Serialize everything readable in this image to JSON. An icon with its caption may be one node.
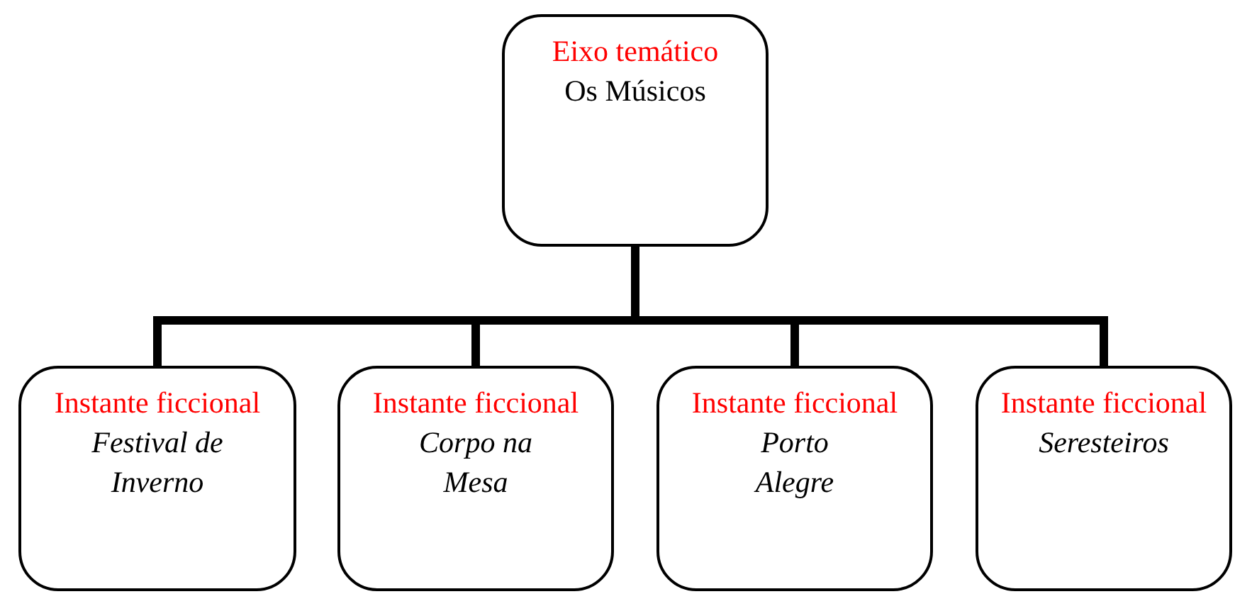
{
  "diagram": {
    "nodes": [
      {
        "text": [
          "Eixo temático",
          "Os Músicos"
        ]
      },
      {
        "text": [
          "Instante ficcional",
          "Festival de Inverno"
        ]
      },
      {
        "text": [
          "Instante ficcional",
          "Corpo na Mesa"
        ]
      },
      {
        "text": [
          "Instante ficcional",
          "Porto Alegre"
        ]
      },
      {
        "text": [
          "Instante ficcional",
          "Seresteiros"
        ]
      }
    ],
    "edges": [
      {
        "from": 0,
        "to": 1,
        "arrow": "none"
      },
      {
        "from": 0,
        "to": 2,
        "arrow": "none"
      },
      {
        "from": 0,
        "to": 3,
        "arrow": "none"
      },
      {
        "from": 0,
        "to": 4,
        "arrow": "none"
      }
    ]
  }
}
